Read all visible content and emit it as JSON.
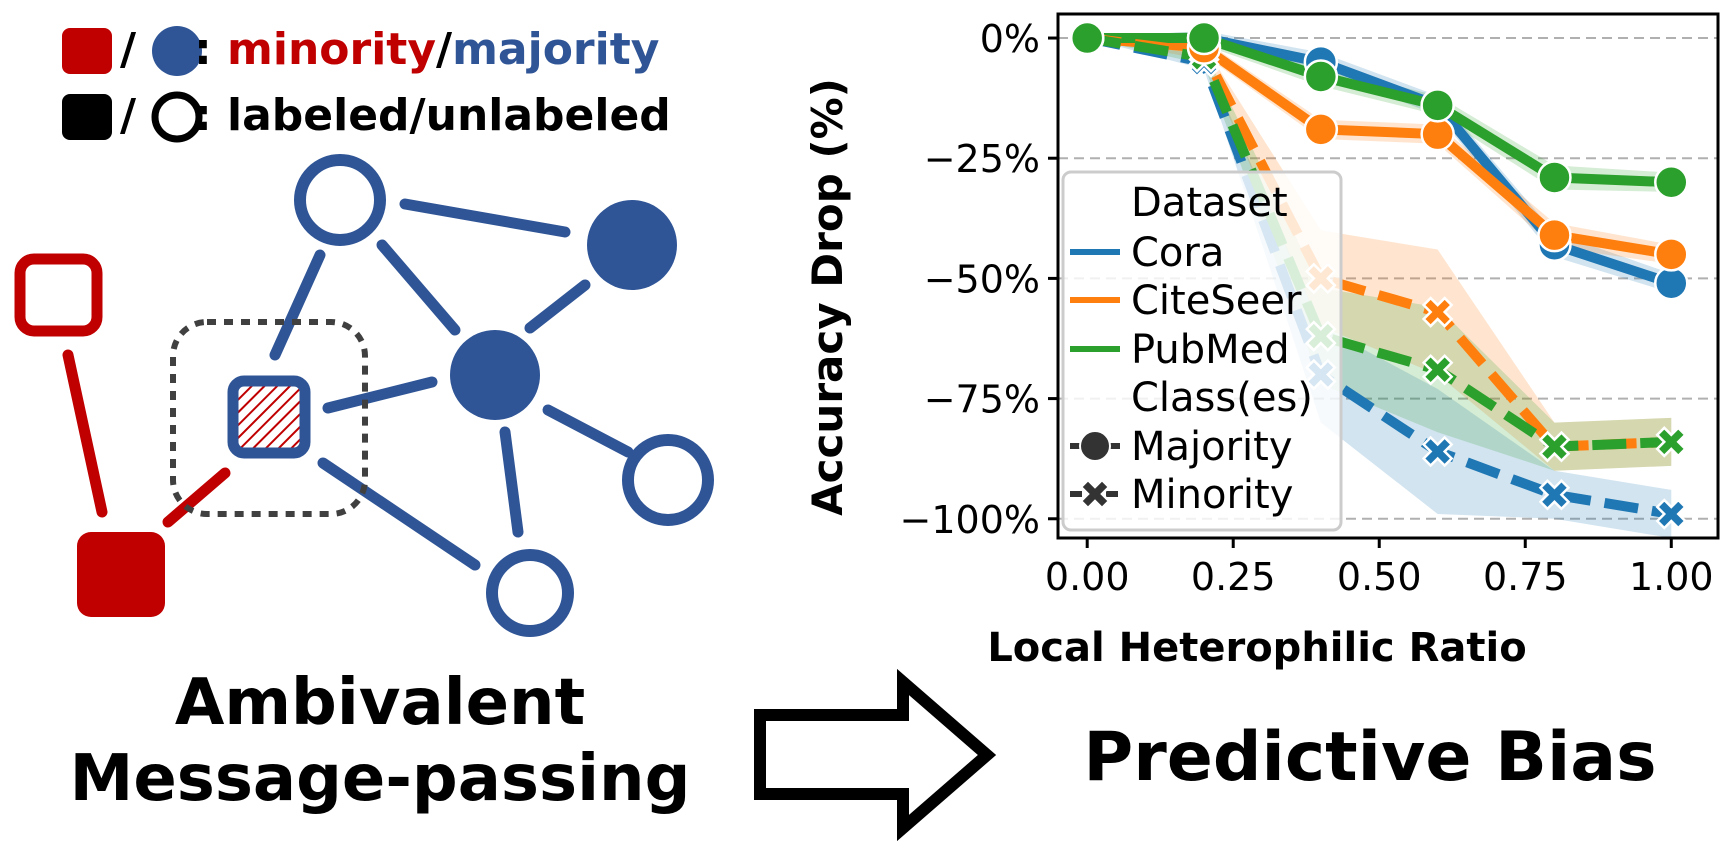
{
  "legend": {
    "sep": "/",
    "colon": ":",
    "minority_word": "minority",
    "majority_word": "majority",
    "labeled_text": "labeled/unlabeled"
  },
  "colors": {
    "minority": "#c00000",
    "majority": "#2f5597",
    "cora": "#1f77b4",
    "citeseer": "#ff7f0e",
    "pubmed": "#2ca02c"
  },
  "captions": {
    "left_line1": "Ambivalent",
    "left_line2": "Message-passing",
    "right": "Predictive Bias"
  },
  "chart_data": {
    "type": "line",
    "xlabel": "Local Heterophilic Ratio",
    "ylabel": "Accuracy Drop (%)",
    "xlim": [
      -0.05,
      1.08
    ],
    "ylim": [
      -104,
      5
    ],
    "xticks": [
      0.0,
      0.25,
      0.5,
      0.75,
      1.0
    ],
    "xtick_labels": [
      "0.00",
      "0.25",
      "0.50",
      "0.75",
      "1.00"
    ],
    "yticks": [
      0,
      -25,
      -50,
      -75,
      -100
    ],
    "ytick_labels": [
      "0%",
      "−25%",
      "−50%",
      "−75%",
      "−100%"
    ],
    "grid": "horizontal dashed",
    "legend_placement": "left",
    "legend_title_dataset": "Dataset",
    "legend_title_class": "Class(es)",
    "x": [
      0.0,
      0.2,
      0.4,
      0.6,
      0.8,
      1.0
    ],
    "series": [
      {
        "name": "Cora",
        "class": "Majority",
        "color": "#1f77b4",
        "values": [
          0,
          0,
          -5,
          -14,
          -43,
          -51
        ]
      },
      {
        "name": "CiteSeer",
        "class": "Majority",
        "color": "#ff7f0e",
        "values": [
          0,
          -2,
          -19,
          -20,
          -41,
          -45
        ]
      },
      {
        "name": "PubMed",
        "class": "Majority",
        "color": "#2ca02c",
        "values": [
          0,
          0,
          -8,
          -14,
          -29,
          -30
        ]
      },
      {
        "name": "Cora",
        "class": "Minority",
        "color": "#1f77b4",
        "values": [
          0,
          -5,
          -70,
          -86,
          -95,
          -99
        ]
      },
      {
        "name": "CiteSeer",
        "class": "Minority",
        "color": "#ff7f0e",
        "values": [
          0,
          -3,
          -50,
          -57,
          -85,
          -84
        ]
      },
      {
        "name": "PubMed",
        "class": "Minority",
        "color": "#2ca02c",
        "values": [
          0,
          -4,
          -62,
          -69,
          -85,
          -84
        ]
      }
    ],
    "legend_entries": [
      {
        "label": "Cora",
        "color": "#1f77b4"
      },
      {
        "label": "CiteSeer",
        "color": "#ff7f0e"
      },
      {
        "label": "PubMed",
        "color": "#2ca02c"
      },
      {
        "label": "Majority",
        "marker": "circle"
      },
      {
        "label": "Minority",
        "marker": "x"
      }
    ]
  }
}
